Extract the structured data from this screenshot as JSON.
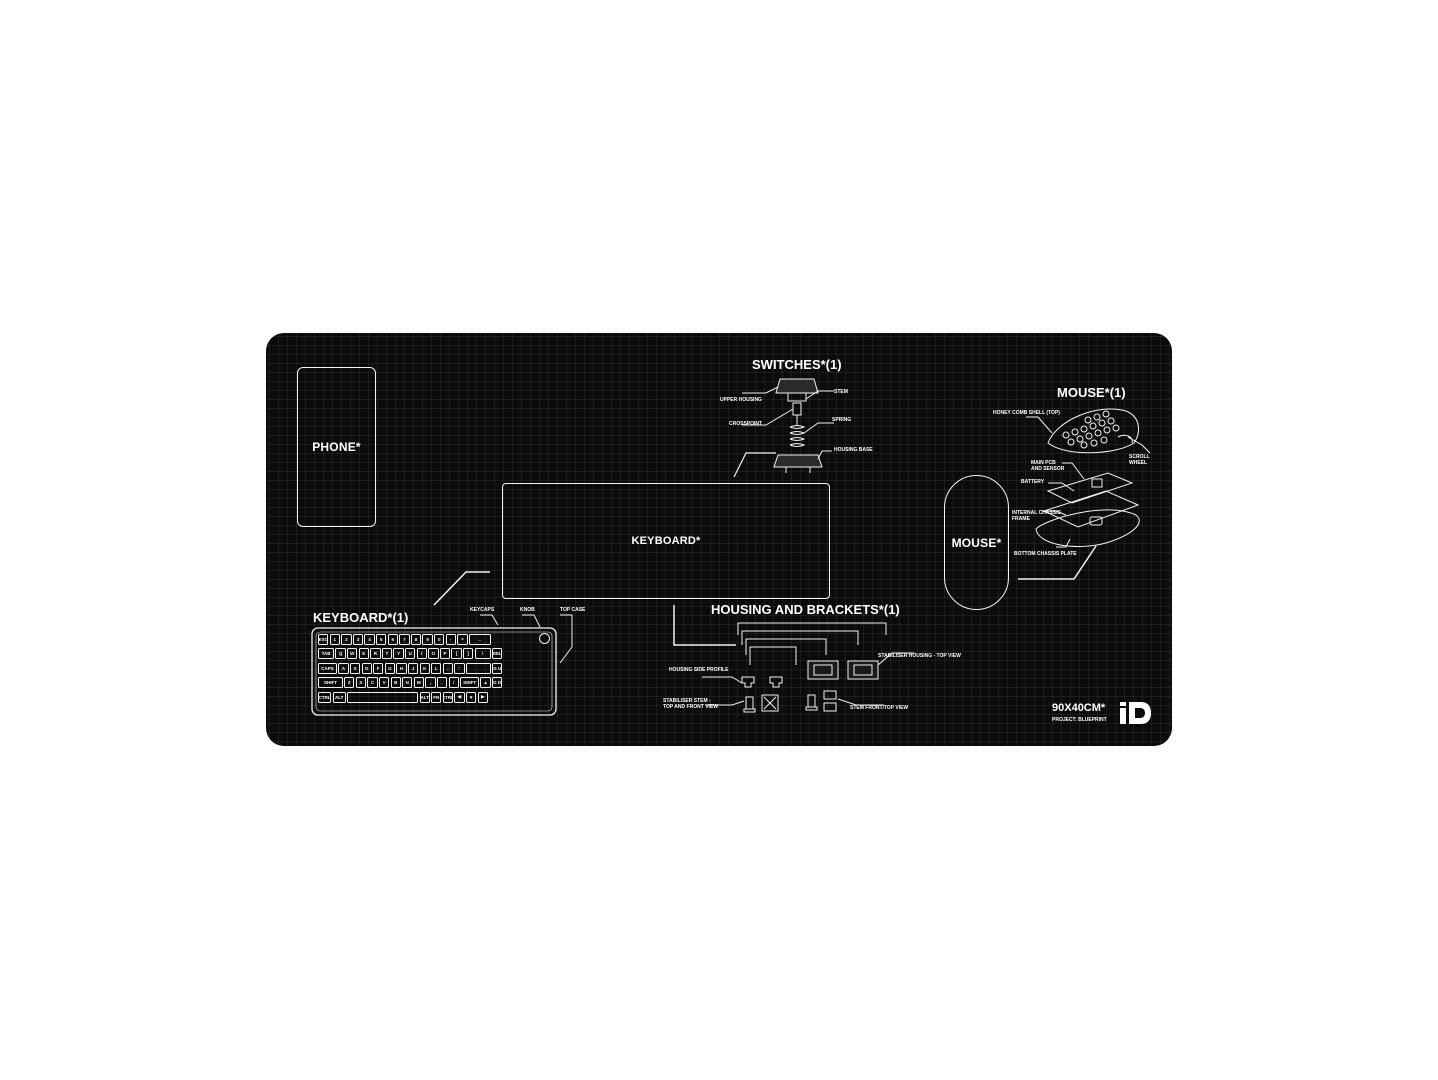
{
  "zones": {
    "phone": "PHONE*",
    "keyboard": "KEYBOARD*",
    "mouse": "MOUSE*"
  },
  "sections": {
    "switches": {
      "title": "SWITCHES*(1)",
      "labels": [
        "UPPER HOUSING",
        "STEM",
        "CROSSPOINT",
        "SPRING",
        "HOUSING BASE"
      ]
    },
    "mouse": {
      "title": "MOUSE*(1)",
      "labels": [
        "HONEY COMB SHELL (TOP)",
        "SCROLL",
        "WHEEL",
        "MAIN PCB",
        "AND SENSOR",
        "BATTERY",
        "INTERNAL CHASSIS",
        "FRAME",
        "BOTTOM CHASSIS PLATE"
      ]
    },
    "keyboard": {
      "title": "KEYBOARD*(1)",
      "labels": [
        "KEYCAPS",
        "KNOB",
        "TOP CASE"
      ]
    },
    "housing": {
      "title": "HOUSING AND BRACKETS*(1)",
      "labels": [
        "HOUSING SIDE PROFILE",
        "STABILISER HOUSING - TOP VIEW",
        "STABILISER STEM -",
        "TOP AND FRONT VIEW",
        "STEM FRONT/TOP VIEW"
      ]
    }
  },
  "keyboard_keys": {
    "row0": [
      "ESC",
      "1",
      "2",
      "3",
      "4",
      "5",
      "6",
      "7",
      "8",
      "9",
      "0",
      "-",
      "=",
      "←"
    ],
    "row1": [
      "TAB",
      "Q",
      "W",
      "E",
      "R",
      "T",
      "Y",
      "U",
      "I",
      "O",
      "P",
      "[",
      "]",
      "\\",
      "DEL"
    ],
    "row2": [
      "CAPS",
      "A",
      "S",
      "D",
      "F",
      "G",
      "H",
      "J",
      "K",
      "L",
      ";",
      "'",
      "",
      "PG UP"
    ],
    "row3": [
      "SHIFT",
      "Z",
      "X",
      "C",
      "V",
      "B",
      "N",
      "M",
      ",",
      ".",
      "/",
      "SHIFT",
      "▲",
      "PG DN"
    ],
    "row4": [
      "CTRL",
      "ALT",
      "",
      "ALT",
      "FN",
      "CTRL",
      "◀",
      "▼",
      "▶"
    ]
  },
  "branding": {
    "size": "90X40CM*",
    "project": "PROJECT: BLUEPRINT",
    "logo": "ID"
  },
  "colors": {
    "mat": "#0b0b0b",
    "line": "#f2f2f2",
    "background": "#ffffff"
  }
}
